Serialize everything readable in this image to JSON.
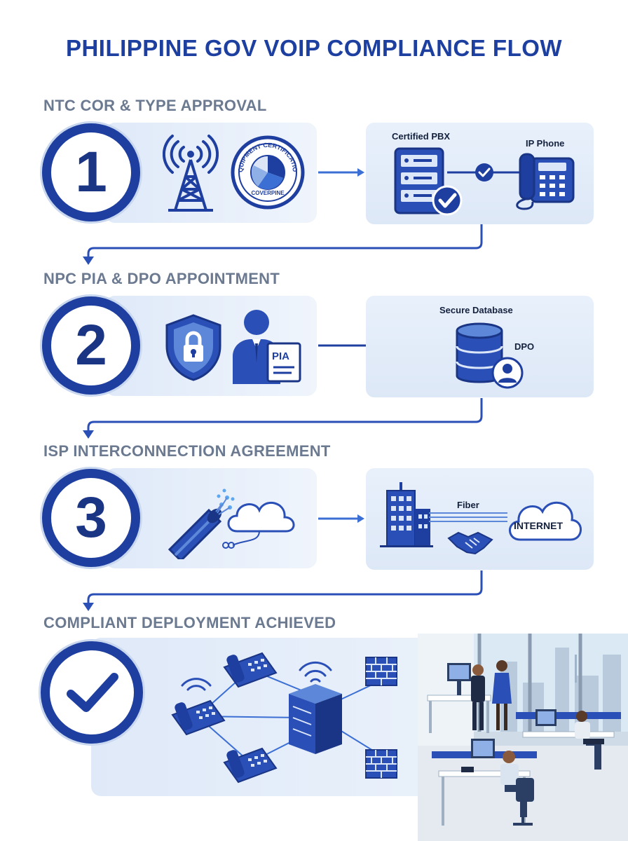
{
  "title": "PHILIPPINE GOV VOIP COMPLIANCE FLOW",
  "steps": [
    {
      "number": "1",
      "title": "NTC COR & TYPE APPROVAL",
      "seal_text": "EQUIPMENT CERTIFICATION",
      "seal_subtext": "COVERPINE",
      "labels": [
        "Certified PBX",
        "IP Phone"
      ]
    },
    {
      "number": "2",
      "title": "NPC PIA & DPO APPOINTMENT",
      "doc_label": "PIA",
      "labels": [
        "Secure Database",
        "DPO"
      ]
    },
    {
      "number": "3",
      "title": "ISP INTERCONNECTION AGREEMENT",
      "labels": [
        "Fiber",
        "INTERNET"
      ]
    },
    {
      "number": "",
      "title": "COMPLIANT DEPLOYMENT ACHIEVED"
    }
  ],
  "colors": {
    "primary": "#1f3fa0",
    "accent": "#3b6fd4",
    "title": "#1d3fa0",
    "step_title": "#6b7a90"
  }
}
